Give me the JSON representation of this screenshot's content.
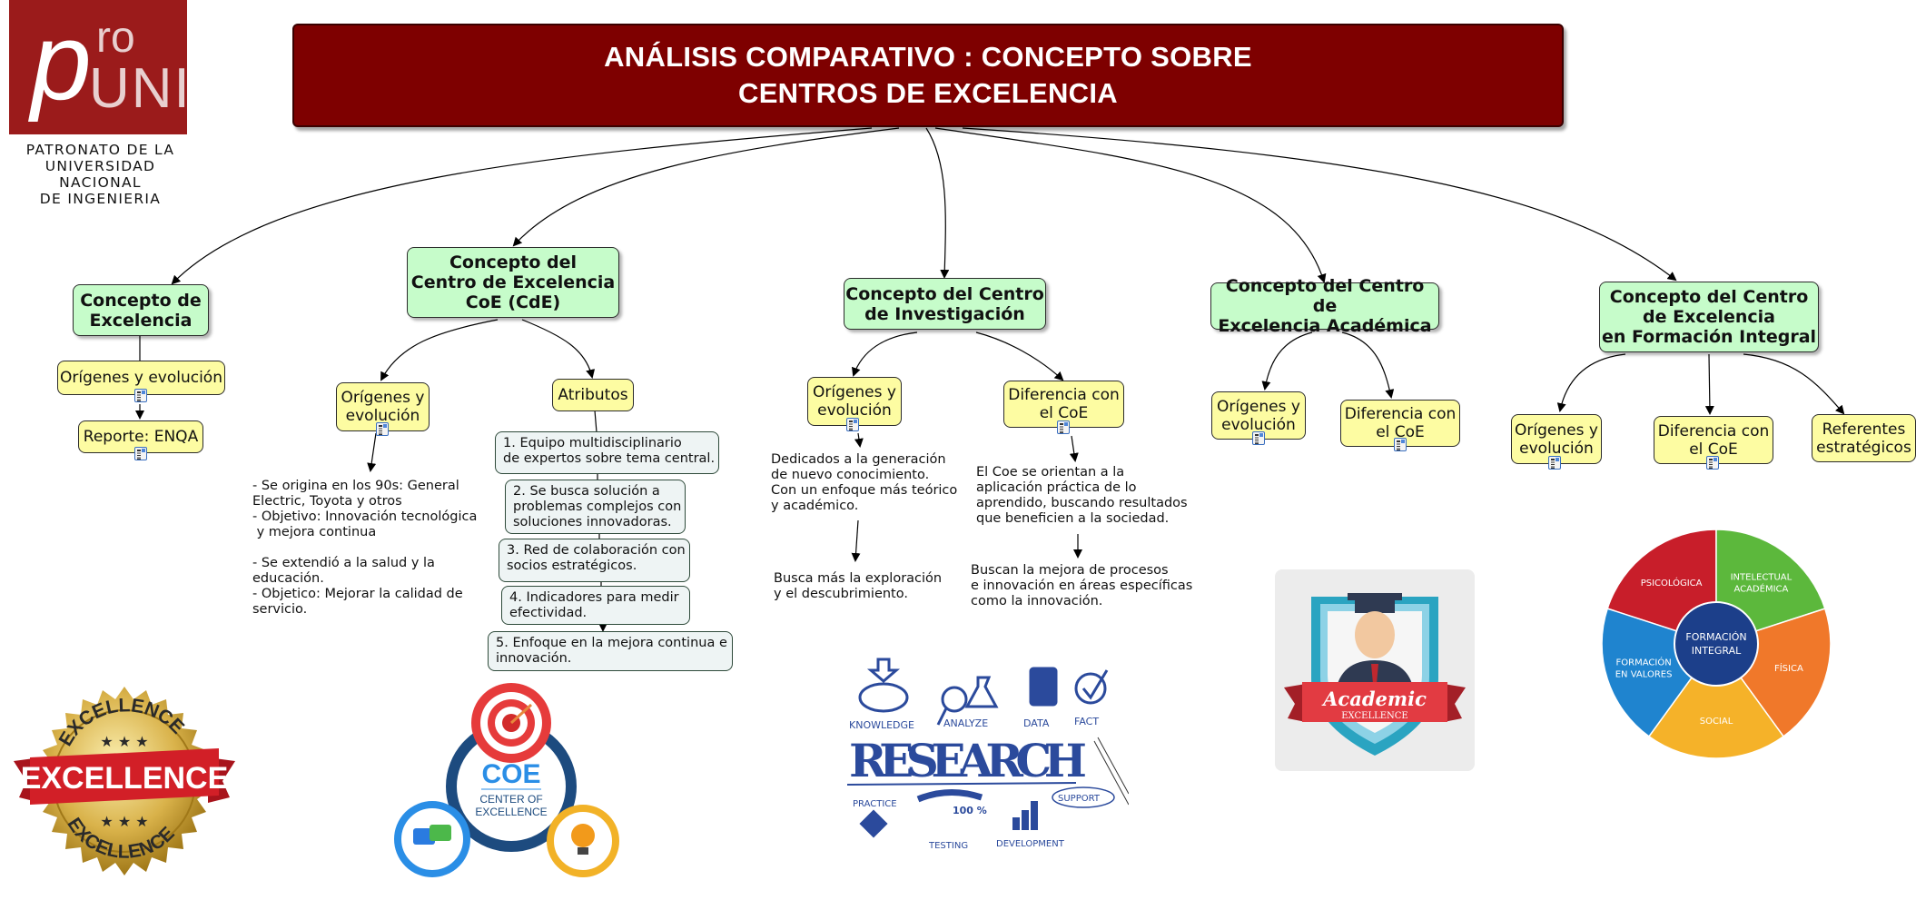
{
  "logo": {
    "mark_p": "p",
    "mark_ro": "ro",
    "mark_uni": "UNI",
    "lines": [
      "PATRONATO DE LA",
      "UNIVERSIDAD NACIONAL",
      "DE INGENIERIA"
    ],
    "brand_color": "#9b1b1b"
  },
  "title": {
    "line1": "ANÁLISIS COMPARATIVO : CONCEPTO SOBRE",
    "line2": "CENTROS DE EXCELENCIA",
    "bg_color": "#7e0000"
  },
  "colors": {
    "concept_node": "#c6fcca",
    "sub_node": "#fdfca2",
    "attribute_node": "#eef4f4"
  },
  "branches": {
    "excelencia": {
      "title_lines": [
        "Concepto de",
        "Excelencia"
      ],
      "children": [
        "Orígenes y evolución",
        "Reporte: ENQA"
      ]
    },
    "coe": {
      "title_lines": [
        "Concepto del",
        "Centro de Excelencia",
        "CoE (CdE)"
      ],
      "origenes_lines": [
        "Orígenes y",
        "evolución"
      ],
      "atributos": "Atributos",
      "origenes_note": "- Se origina en los 90s: General\nElectric, Toyota y otros\n- Objetivo: Innovación tecnológica\n y mejora continua\n\n- Se extendió a la salud y la\neducación.\n- Objetico: Mejorar la calidad de\nservicio.",
      "attributes": [
        "1. Equipo multidisciplinario\nde expertos sobre tema central.",
        "2. Se busca solución a\nproblemas complejos con\nsoluciones innovadoras.",
        "3. Red de colaboración con\nsocios estratégicos.",
        "4. Indicadores para medir\nefectividad.",
        "5. Enfoque en la mejora continua e\ninnovación."
      ]
    },
    "investigacion": {
      "title_lines": [
        "Concepto del Centro",
        "de Investigación"
      ],
      "origenes_lines": [
        "Orígenes y",
        "evolución"
      ],
      "diferencia_lines": [
        "Diferencia con",
        "el CoE"
      ],
      "origenes_note1": "Dedicados a la generación\nde nuevo conocimiento.\nCon un enfoque más teórico\ny académico.",
      "origenes_note2": "Busca más la exploración\ny el descubrimiento.",
      "diferencia_note1": "El Coe se orientan a la\naplicación práctica de lo\naprendido, buscando resultados\nque beneficien a la sociedad.",
      "diferencia_note2": "Buscan la mejora de procesos\ne innovación en áreas específicas\ncomo la innovación."
    },
    "academica": {
      "title_lines": [
        "Concepto del Centro de",
        "Excelencia Académica"
      ],
      "origenes_lines": [
        "Orígenes y",
        "evolución"
      ],
      "diferencia_lines": [
        "Diferencia con",
        "el CoE"
      ]
    },
    "integral": {
      "title_lines": [
        "Concepto del Centro",
        "de Excelencia",
        "en Formación Integral"
      ],
      "origenes_lines": [
        "Orígenes y",
        "evolución"
      ],
      "diferencia_lines": [
        "Diferencia con",
        "el CoE"
      ],
      "referentes_lines": [
        "Referentes",
        "estratégicos"
      ]
    }
  },
  "images": {
    "excellence_badge": {
      "top": "EXCELLENCE",
      "ribbon": "EXCELLENCE",
      "bottom": "EXCELLENCE"
    },
    "coe_graphic": {
      "acronym": "COE",
      "caption_lines": [
        "CENTER OF",
        "EXCELLENCE"
      ]
    },
    "research_graphic": {
      "headline": "RESEARCH",
      "labels": [
        "KNOWLEDGE",
        "ANALYZE",
        "DATA",
        "FACT",
        "PRACTICE",
        "100 %",
        "TESTING",
        "DEVELOPMENT",
        "SUPPORT"
      ]
    },
    "academic_badge": {
      "script": "Academic",
      "caption": "EXCELLENCE"
    },
    "formacion_wheel": {
      "center_lines": [
        "FORMACIÓN",
        "INTEGRAL"
      ],
      "segments": [
        {
          "label_lines": [
            "PSICOLÓGICA"
          ],
          "color": "#c81e2a"
        },
        {
          "label_lines": [
            "INTELECTUAL",
            "ACADÉMICA"
          ],
          "color": "#5cb83c"
        },
        {
          "label_lines": [
            "FÍSICA"
          ],
          "color": "#f0782a"
        },
        {
          "label_lines": [
            "SOCIAL"
          ],
          "color": "#f5b229"
        },
        {
          "label_lines": [
            "FORMACIÓN",
            "EN VALORES"
          ],
          "color": "#1f84cf"
        }
      ]
    }
  }
}
